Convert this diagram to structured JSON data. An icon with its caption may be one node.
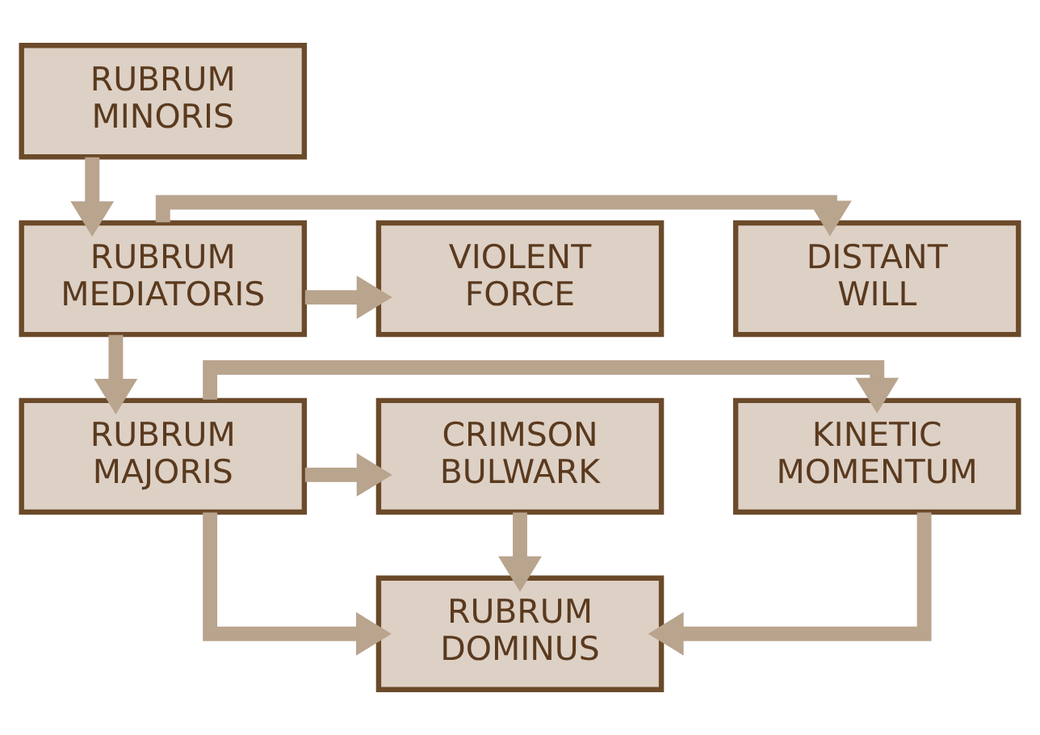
{
  "diagram": {
    "nodes": [
      {
        "text": [
          "RUBRUM MINORIS"
        ]
      },
      {
        "text": [
          "DISTANT WILL"
        ]
      },
      {
        "text": [
          "RUBRUM MEDIATORIS"
        ]
      },
      {
        "text": [
          "VIOLENT FORCE"
        ]
      },
      {
        "text": [
          "KINETIC MOMENTUM"
        ]
      },
      {
        "text": [
          "RUBRUM MAJORIS"
        ]
      },
      {
        "text": [
          "CRIMSON BULWARK"
        ]
      },
      {
        "text": [
          "RUBRUM DOMINUS"
        ]
      }
    ],
    "edges": [
      {
        "from": 0,
        "to": 2,
        "arrow": "to"
      },
      {
        "from": 2,
        "to": 1,
        "arrow": "to"
      },
      {
        "from": 2,
        "to": 3,
        "arrow": "to"
      },
      {
        "from": 2,
        "to": 5,
        "arrow": "to"
      },
      {
        "from": 5,
        "to": 4,
        "arrow": "to"
      },
      {
        "from": 5,
        "to": 6,
        "arrow": "to"
      },
      {
        "from": 5,
        "to": 7,
        "arrow": "to"
      },
      {
        "from": 4,
        "to": 7,
        "arrow": "to"
      },
      {
        "from": 6,
        "to": 7,
        "arrow": "to"
      }
    ]
  }
}
